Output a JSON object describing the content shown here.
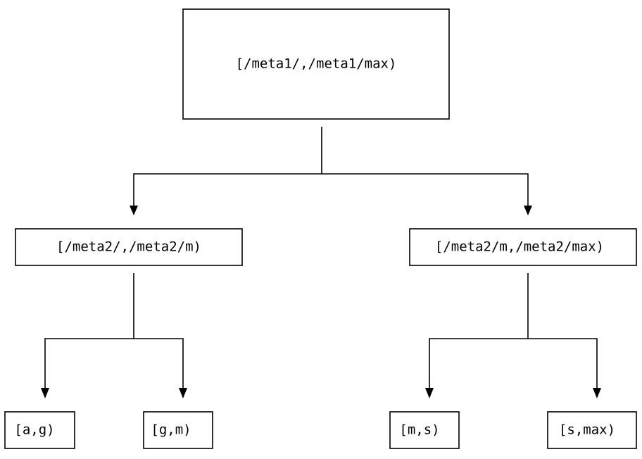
{
  "diagram": {
    "type": "tree",
    "nodes": [
      {
        "id": "root",
        "label": "[/meta1/,/meta1/max)"
      },
      {
        "id": "meta2-low",
        "label": "[/meta2/,/meta2/m)"
      },
      {
        "id": "meta2-high",
        "label": "[/meta2/m,/meta2/max)"
      },
      {
        "id": "leaf-a-g",
        "label": "[a,g)"
      },
      {
        "id": "leaf-g-m",
        "label": "[g,m)"
      },
      {
        "id": "leaf-m-s",
        "label": "[m,s)"
      },
      {
        "id": "leaf-s-max",
        "label": "[s,max)"
      }
    ],
    "edges": [
      {
        "from": "root",
        "to": "meta2-low"
      },
      {
        "from": "root",
        "to": "meta2-high"
      },
      {
        "from": "meta2-low",
        "to": "leaf-a-g"
      },
      {
        "from": "meta2-low",
        "to": "leaf-g-m"
      },
      {
        "from": "meta2-high",
        "to": "leaf-m-s"
      },
      {
        "from": "meta2-high",
        "to": "leaf-s-max"
      }
    ]
  }
}
